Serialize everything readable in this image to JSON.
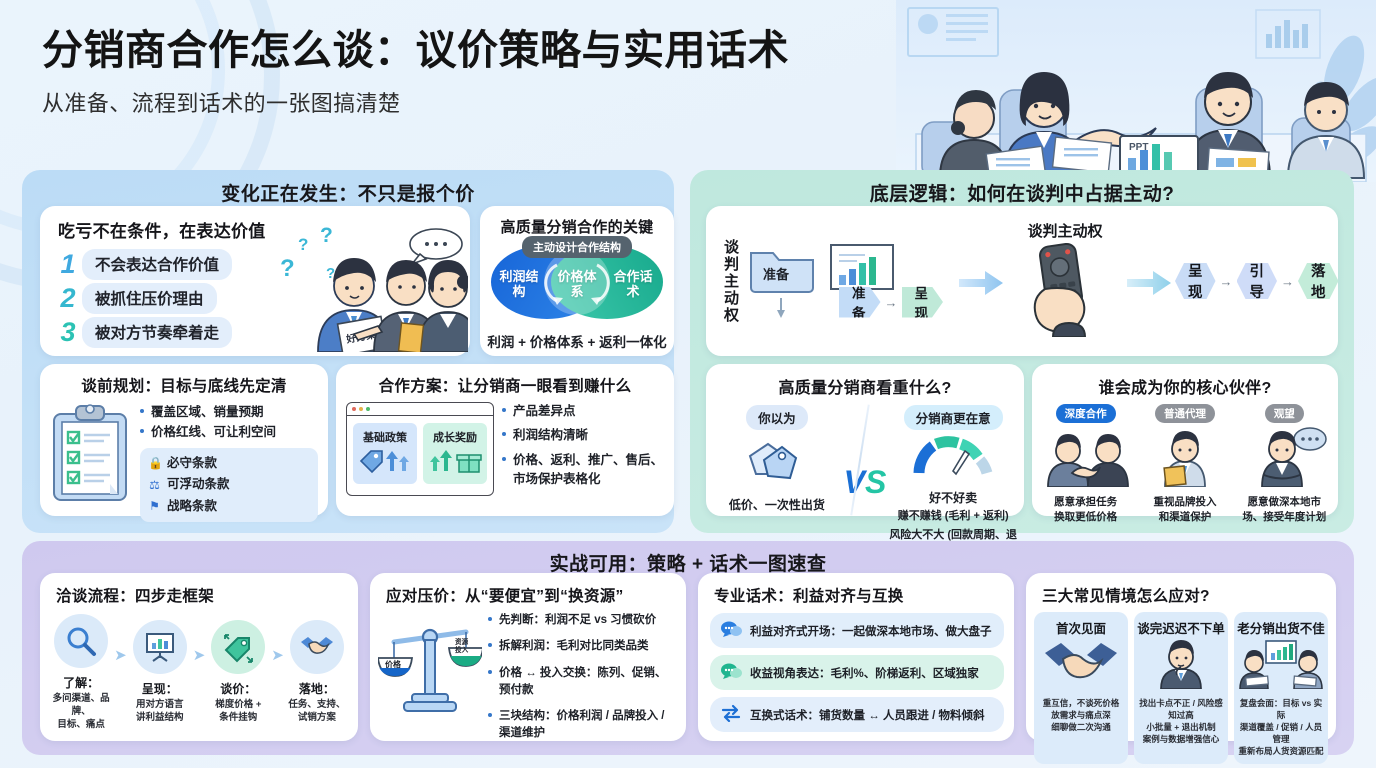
{
  "header": {
    "title": "分销商合作怎么谈：议价策略与实用话术",
    "subtitle": "从准备、流程到话术的一张图搞清楚"
  },
  "hero": {
    "laptop_label": "PPT"
  },
  "left_panel": {
    "title": "变化正在发生：不只是报个价",
    "pitfalls": {
      "heading": "吃亏不在条件，在表达价值",
      "items": [
        {
          "num": "1",
          "text": "不会表达合作价值"
        },
        {
          "num": "2",
          "text": "被抓住压价理由"
        },
        {
          "num": "3",
          "text": "被对方节奏牵着走"
        }
      ],
      "speech_bubble": "好方案"
    },
    "key": {
      "heading": "高质量分销合作的关键",
      "badge": "主动设计合作结构",
      "venn": [
        "利润\n结构",
        "价格\n体系",
        "合作\n话术"
      ],
      "venn_left": "利润结构",
      "venn_mid": "价格体系",
      "venn_right": "合作话术",
      "footer": "利润 + 价格体系 + 返利一体化"
    },
    "plan": {
      "heading": "谈前规划：目标与底线先定清",
      "bullets": [
        "覆盖区域、销量预期",
        "价格红线、可让利空间"
      ],
      "clauses": [
        {
          "icon": "lock-icon",
          "glyph": "🔒",
          "text": "必守条款"
        },
        {
          "icon": "sliders-icon",
          "glyph": "⚖",
          "text": "可浮动条款"
        },
        {
          "icon": "flag-icon",
          "glyph": "⚑",
          "text": "战略条款"
        }
      ]
    },
    "offer": {
      "heading": "合作方案：让分销商一眼看到赚什么",
      "tiles": [
        {
          "label": "基础政策",
          "icons": "🏷⬆"
        },
        {
          "label": "成长奖励",
          "icons": "⬆🎁"
        }
      ],
      "bullets": [
        "产品差异点",
        "利润结构清晰",
        "价格、返利、推广、售后、市场保护表格化"
      ]
    }
  },
  "right_panel": {
    "title": "底层逻辑：如何在谈判中占据主动?",
    "logic": {
      "vertical_label": "谈判主动权",
      "folder_label": "准备",
      "chevrons": [
        "准备",
        "呈现"
      ],
      "lead_title": "谈判主动权",
      "outcome_steps": [
        "呈现",
        "引导",
        "落地"
      ]
    },
    "value": {
      "heading": "高质量分销商看重什么?",
      "left_pill": "你以为",
      "right_pill": "分销商更在意",
      "vs": "VS",
      "left_caption": "低价、一次性出货",
      "right_caption_main": "好不好卖",
      "right_caption_lines": [
        "赚不赚钱 (毛利 + 返利)",
        "风险大不大 (回款周期、退换机制)"
      ]
    },
    "partner": {
      "heading": "谁会成为你的核心伙伴?",
      "columns": [
        {
          "tag": "深度合作",
          "tag_style": "deep",
          "caption": "愿意承担任务\n换取更低价格"
        },
        {
          "tag": "普通代理",
          "tag_style": "gray",
          "caption": "重视品牌投入\n和渠道保护"
        },
        {
          "tag": "观望",
          "tag_style": "gray",
          "caption": "愿意做深本地市\n场、接受年度计划"
        }
      ]
    }
  },
  "bottom_panel": {
    "title": "实战可用：策略 + 话术一图速查",
    "flow": {
      "heading": "洽谈流程：四步走框架",
      "steps": [
        {
          "icon": "search-icon",
          "label": "了解：",
          "sub": "多问渠道、品牌、\n目标、痛点"
        },
        {
          "icon": "presentation-icon",
          "label": "呈现：",
          "sub": "用对方语言\n讲利益结构"
        },
        {
          "icon": "price-tag-icon",
          "label": "谈价：",
          "sub": "梯度价格 +\n条件挂钩"
        },
        {
          "icon": "handshake-icon",
          "label": "落地：",
          "sub": "任务、支持、\n试销方案"
        }
      ]
    },
    "press": {
      "heading": "应对压价：从“要便宜”到“换资源”",
      "scale_left": "价格",
      "scale_right": "资源\n投入",
      "bullets": [
        "先判断：利润不足 vs 习惯砍价",
        "拆解利润：毛利对比同类品类",
        "价格 ↔ 投入交换：陈列、促销、预付款",
        "三块结构：价格利润 / 品牌投入 / 渠道维护"
      ]
    },
    "script": {
      "heading": "专业话术：利益对齐与互换",
      "items": [
        {
          "icon": "chat-blue-icon",
          "text": "利益对齐式开场：一起做深本地市场、做大盘子"
        },
        {
          "icon": "chat-green-icon",
          "text": "收益视角表达：毛利%、阶梯返利、区域独家"
        },
        {
          "icon": "swap-icon",
          "text": "互换式话术：铺货数量 ↔ 人员跟进 / 物料倾斜"
        }
      ]
    },
    "cases": {
      "heading": "三大常见情境怎么应对?",
      "columns": [
        {
          "title": "首次见面",
          "icon": "handshake-icon",
          "caption": "重互信，不谈死价格\n放需求与痛点深\n细聊做二次沟通"
        },
        {
          "title": "谈完迟迟不下单",
          "icon": "thinking-person-icon",
          "caption": "找出卡点不正 / 风险感知过高\n小批量 + 退出机制\n案例与数据增强信心"
        },
        {
          "title": "老分销出货不佳",
          "icon": "meeting-icon",
          "caption": "复盘会面：目标 vs 实际\n渠道覆盖 / 促销 / 人员管理\n重新布局人货资源匹配"
        }
      ]
    }
  },
  "colors": {
    "left_panel_bg": "#bcdcf6",
    "right_panel_bg": "#bfe8de",
    "bottom_panel_bg": "#cfc9ef",
    "accent_blue": "#1a6fd4",
    "accent_green": "#24c5a5",
    "page_bg": "#eaf4fc"
  }
}
